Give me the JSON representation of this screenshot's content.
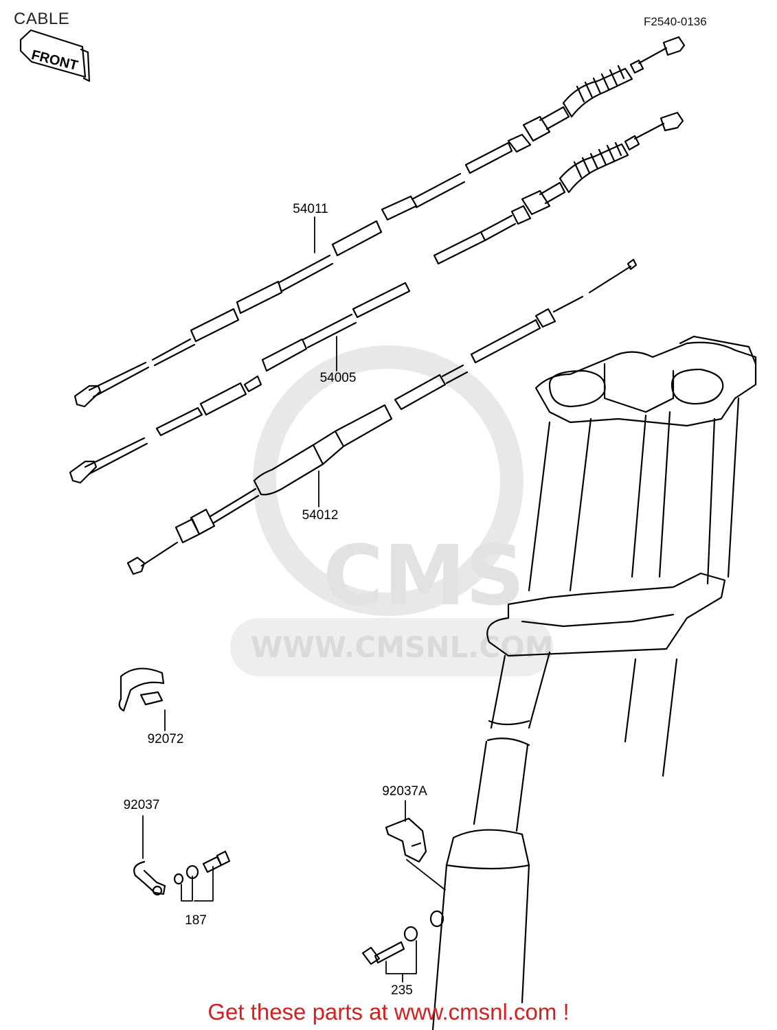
{
  "diagram": {
    "title": "CABLE",
    "figure_code": "F2540-0136",
    "front_label": "FRONT",
    "parts": [
      {
        "id": "54011"
      },
      {
        "id": "54005"
      },
      {
        "id": "54012"
      },
      {
        "id": "92072"
      },
      {
        "id": "92037"
      },
      {
        "id": "187"
      },
      {
        "id": "92037A"
      },
      {
        "id": "235"
      }
    ]
  },
  "watermark": {
    "brand": "CMS",
    "url": "WWW.CMSNL.COM"
  },
  "footer": {
    "text": "Get these parts at www.cmsnl.com !",
    "color": "#d42020"
  }
}
